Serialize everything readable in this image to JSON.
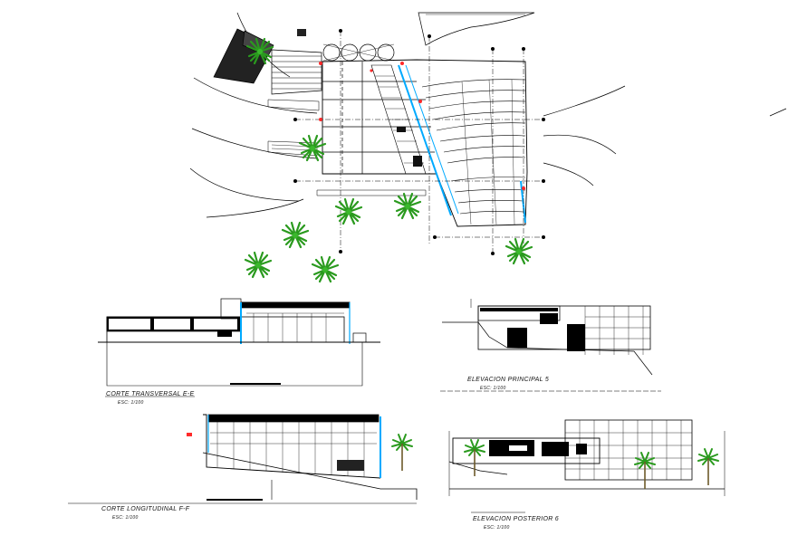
{
  "drawing": {
    "ink_color": "#000000",
    "accent_color": "#00aaff",
    "marker_color": "#ff2a2a",
    "palm_color": "#3bb82d"
  },
  "views": {
    "corte_ee": {
      "title": "CORTE TRANSVERSAL E-E",
      "scale": "ESC: 1/100"
    },
    "elev5": {
      "title": "ELEVACION PRINCIPAL 5",
      "scale": "ESC: 1/100"
    },
    "corte_ff": {
      "title": "CORTE LONGITUDINAL F-F",
      "scale": "ESC: 1/100"
    },
    "elev6": {
      "title": "ELEVACION POSTERIOR 6",
      "scale": "ESC: 1/100"
    }
  }
}
